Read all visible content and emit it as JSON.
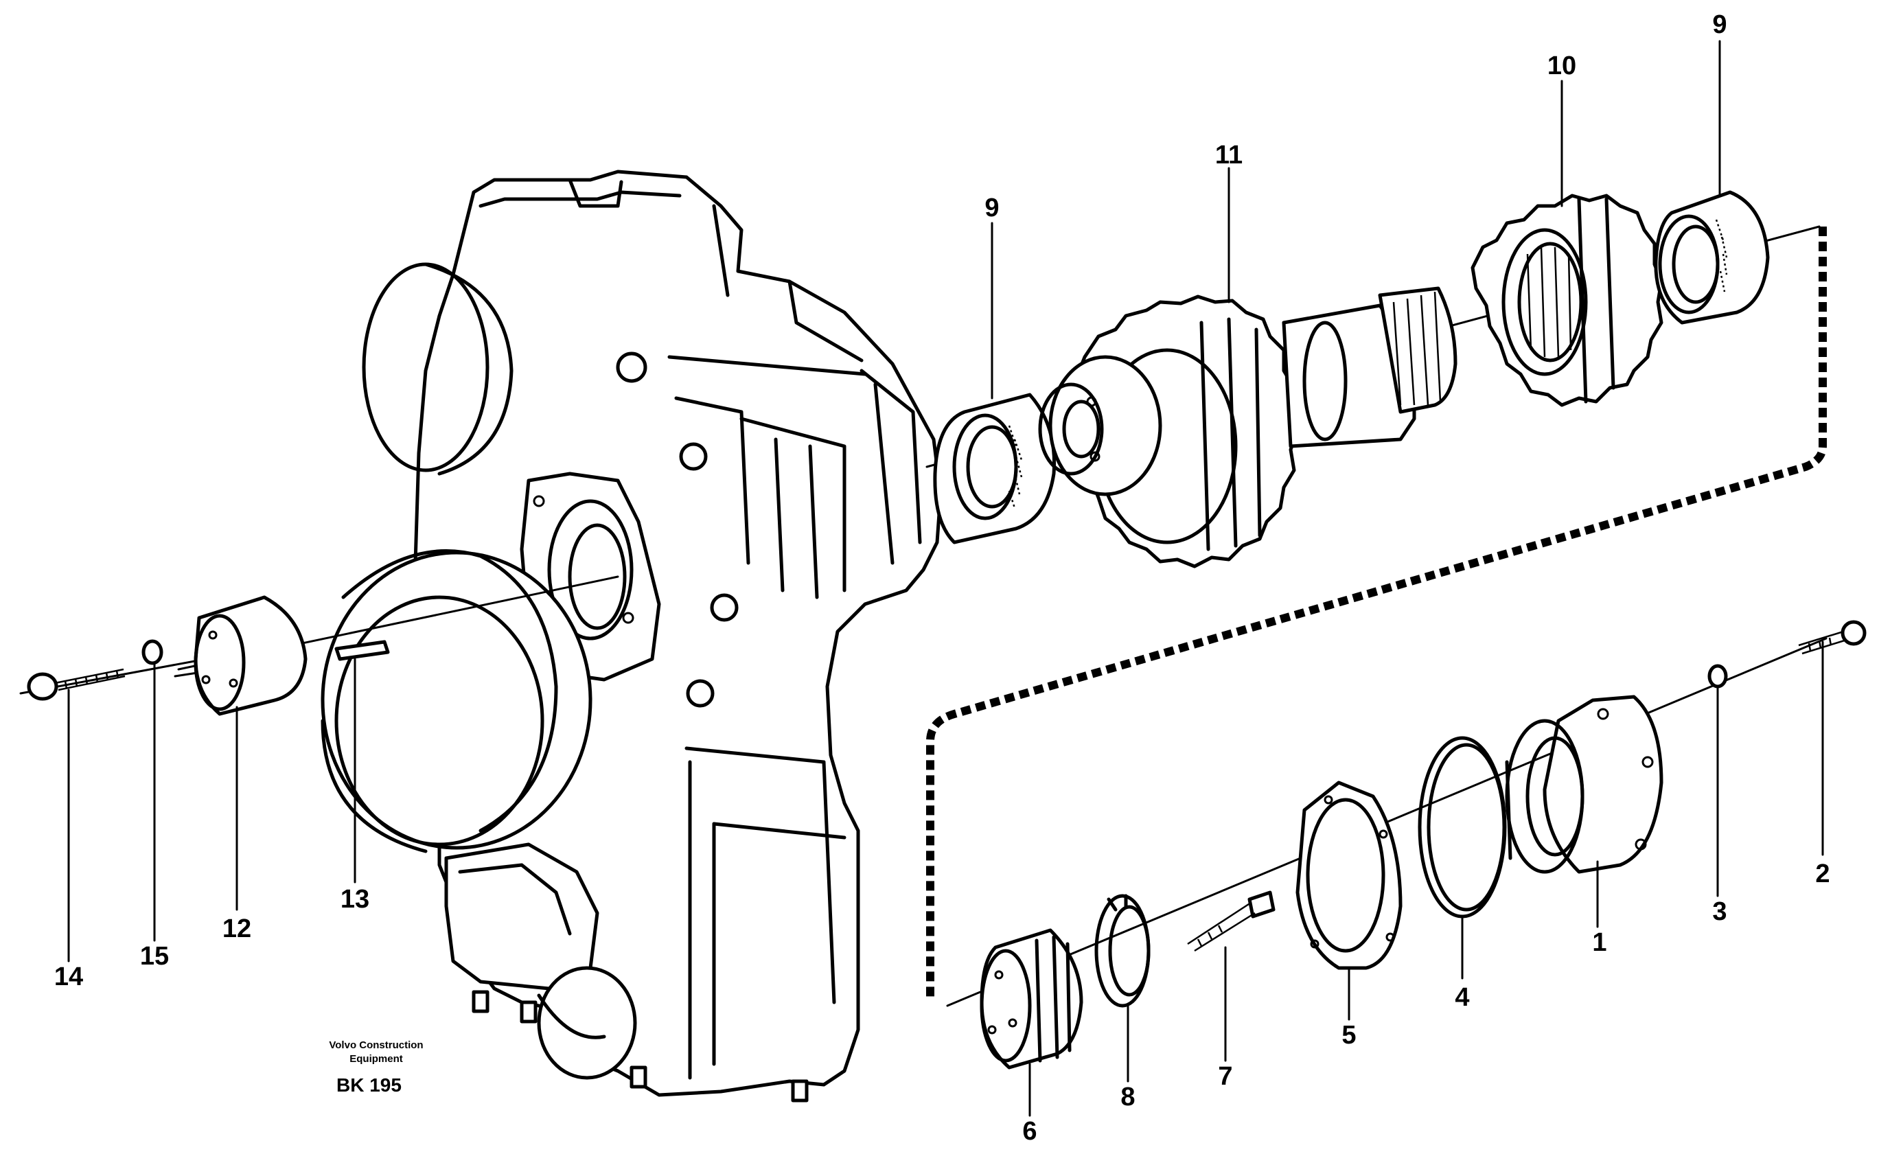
{
  "caption": {
    "line1": "Volvo Construction",
    "line2": "Equipment",
    "code": "BK 195"
  },
  "callouts": [
    {
      "id": "c1",
      "text": "1"
    },
    {
      "id": "c2",
      "text": "2"
    },
    {
      "id": "c3",
      "text": "3"
    },
    {
      "id": "c4",
      "text": "4"
    },
    {
      "id": "c5",
      "text": "5"
    },
    {
      "id": "c6",
      "text": "6"
    },
    {
      "id": "c7",
      "text": "7"
    },
    {
      "id": "c8",
      "text": "8"
    },
    {
      "id": "c9a",
      "text": "9"
    },
    {
      "id": "c9b",
      "text": "9"
    },
    {
      "id": "c10",
      "text": "10"
    },
    {
      "id": "c11",
      "text": "11"
    },
    {
      "id": "c12",
      "text": "12"
    },
    {
      "id": "c13",
      "text": "13"
    },
    {
      "id": "c14",
      "text": "14"
    },
    {
      "id": "c15",
      "text": "15"
    }
  ]
}
